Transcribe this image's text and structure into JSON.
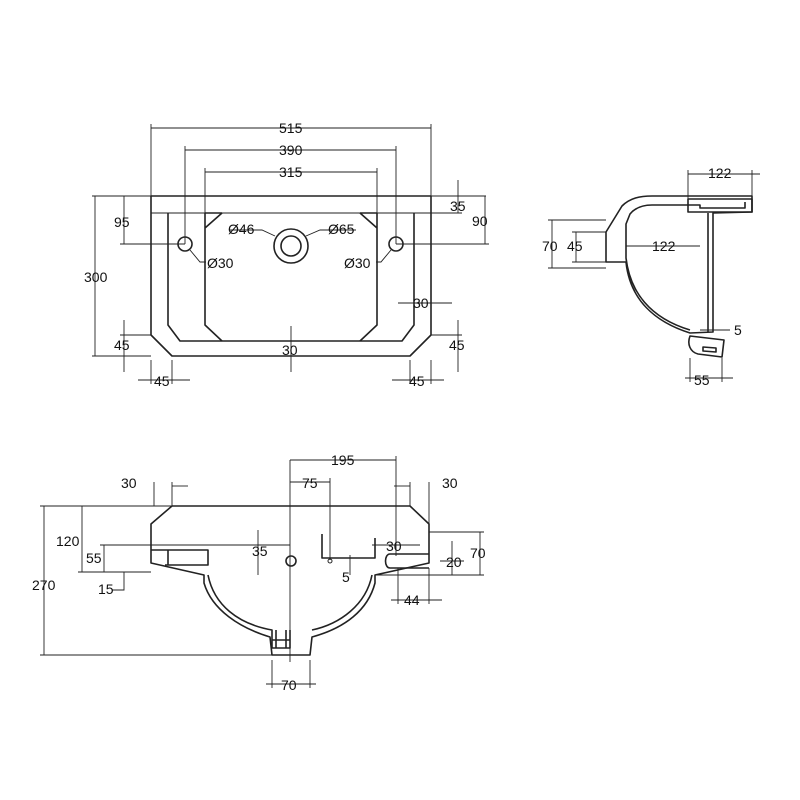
{
  "front_view": {
    "overall_width": "515",
    "outer_tap_centres": "390",
    "inner_width": "315",
    "overall_height": "300",
    "tap_hole_height": "95",
    "rim_top": "35",
    "rim_depth": "90",
    "tap_hole_small_left": "Ø30",
    "tap_hole_small_right": "Ø30",
    "waste_inner": "Ø46",
    "waste_outer": "Ø65",
    "side_wall": "30",
    "base_wall": "30",
    "left_chamfer_h": "45",
    "right_chamfer_h": "45",
    "left_chamfer_w": "45",
    "right_chamfer_w": "45"
  },
  "side_view": {
    "top_projection": "122",
    "inner_projection": "122",
    "bracket_height_outer": "70",
    "bracket_height_inner": "45",
    "wall_thickness": "5",
    "foot_depth": "55"
  },
  "section_view": {
    "total_height": "270",
    "rim_height": "120",
    "overflow_height": "55",
    "overflow_drop": "15",
    "left_chamfer": "30",
    "right_chamfer": "30",
    "half_width": "195",
    "centre_offset": "75",
    "rim_thickness": "35",
    "small_gap": "5",
    "tap_offset": "30",
    "tap_dia": "20",
    "tap_spacing": "44",
    "right_height": "70",
    "waste_width": "70"
  }
}
